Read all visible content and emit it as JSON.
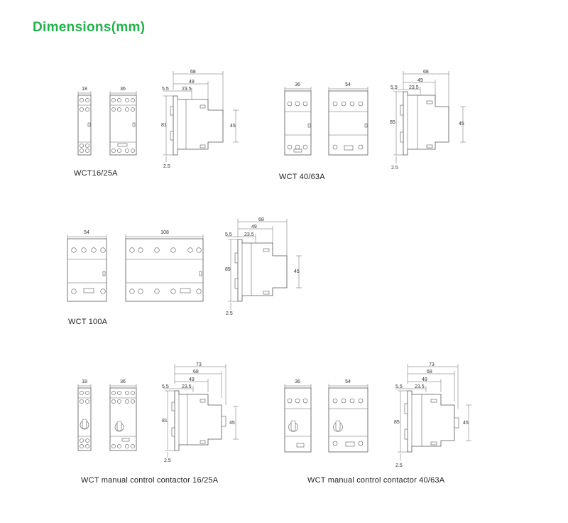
{
  "title": "Dimensions(mm)",
  "captions": {
    "wct1625": "WCT16/25A",
    "wct4063": "WCT 40/63A",
    "wct100": "WCT 100A",
    "manual1625": "WCT manual control contactor 16/25A",
    "manual4063": "WCT manual control contactor 40/63A"
  },
  "dims": {
    "w18": "18",
    "w36": "36",
    "w54": "54",
    "w108": "108",
    "d68": "68",
    "d49": "49",
    "d235": "23.5",
    "d55": "5.5",
    "d73": "73",
    "h81": "81",
    "h85": "85",
    "h45": "45",
    "b25": "2.5"
  }
}
